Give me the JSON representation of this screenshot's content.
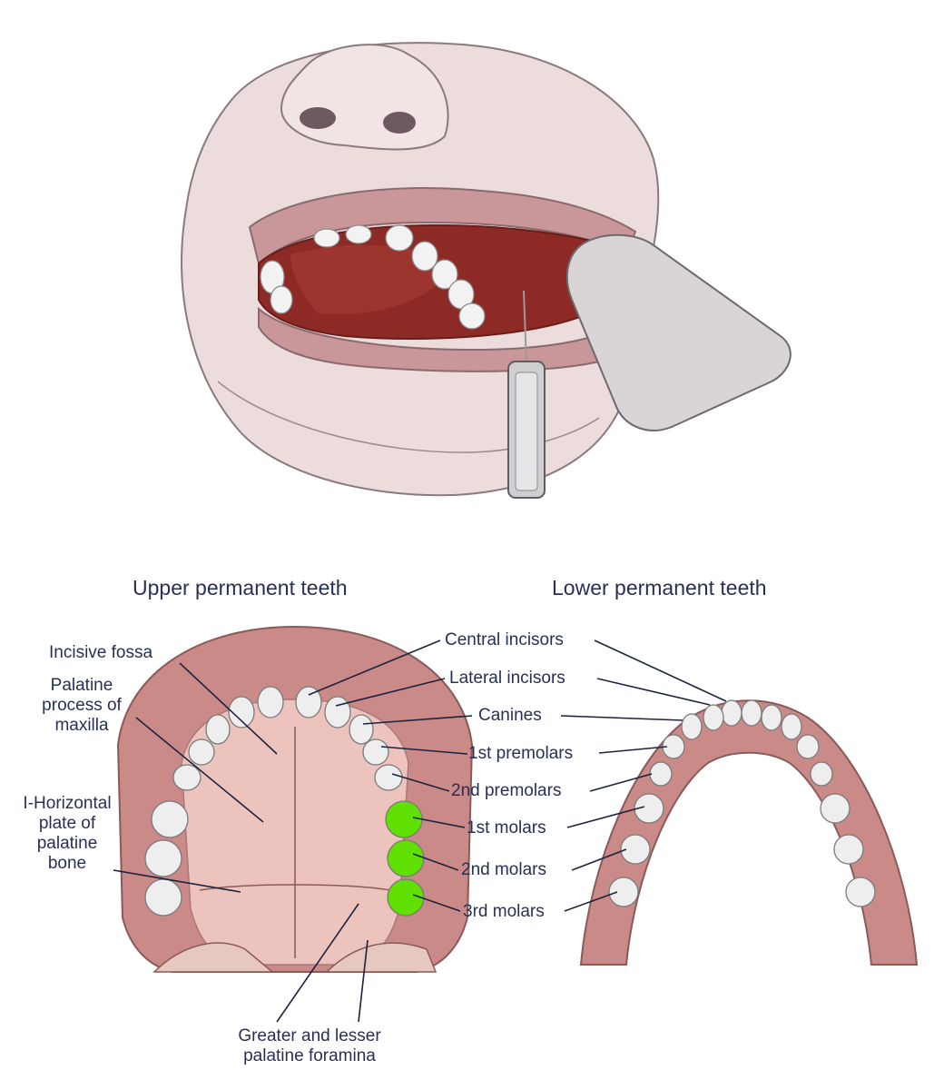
{
  "headings": {
    "upper": "Upper permanent teeth",
    "lower": "Lower permanent teeth"
  },
  "labels": {
    "incisive_fossa": "Incisive fossa",
    "palatine_process": [
      "Palatine",
      "process of",
      "maxilla"
    ],
    "horizontal_plate": [
      "I-Horizontal",
      "plate of",
      "palatine",
      "bone"
    ],
    "central_incisors": "Central incisors",
    "lateral_incisors": "Lateral incisors",
    "canines": "Canines",
    "first_premolars": "1st premolars",
    "second_premolars": "2nd premolars",
    "first_molars": "1st molars",
    "second_molars": "2nd molars",
    "third_molars": "3rd molars",
    "greater_lesser_foramina": [
      "Greater and lesser",
      "palatine foramina"
    ]
  },
  "colors": {
    "label_text": "#2a2f55",
    "gum": "#c98a88",
    "palate": "#ecc4bd",
    "tooth": "#eeeeee",
    "highlight_molars": "#5fe000",
    "oral_cavity": "#8e2a26",
    "skin": "#e8d6d6"
  }
}
